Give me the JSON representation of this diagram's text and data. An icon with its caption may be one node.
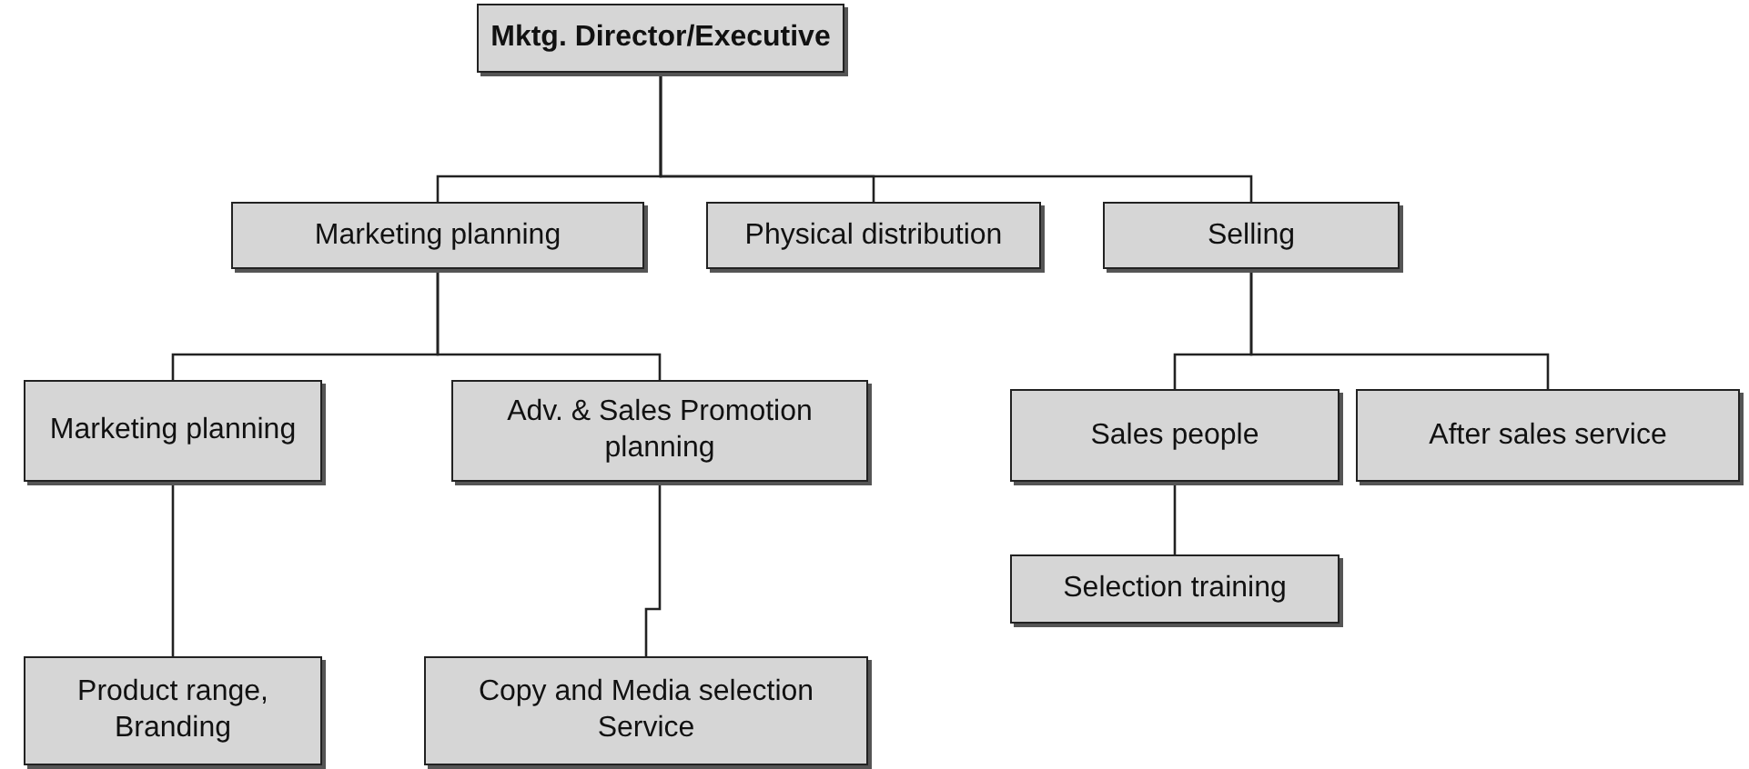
{
  "diagram": {
    "nodes": [
      {
        "text": [
          "Mktg. Director/Executive"
        ]
      },
      {
        "text": [
          "Marketing planning"
        ]
      },
      {
        "text": [
          "Physical distribution"
        ]
      },
      {
        "text": [
          "Selling"
        ]
      },
      {
        "text": [
          "Marketing planning"
        ]
      },
      {
        "text": [
          "Adv. & Sales Promotion planning"
        ]
      },
      {
        "text": [
          "Product range, Branding"
        ]
      },
      {
        "text": [
          "Copy and Media selection Service"
        ]
      },
      {
        "text": [
          "Sales people"
        ]
      },
      {
        "text": [
          "After sales service"
        ]
      },
      {
        "text": [
          "Selection training"
        ]
      }
    ],
    "edges": [
      {
        "from": 0,
        "to": 1,
        "arrow": "none"
      },
      {
        "from": 0,
        "to": 2,
        "arrow": "none"
      },
      {
        "from": 0,
        "to": 3,
        "arrow": "none"
      },
      {
        "from": 1,
        "to": 4,
        "arrow": "none"
      },
      {
        "from": 1,
        "to": 5,
        "arrow": "none"
      },
      {
        "from": 4,
        "to": 6,
        "arrow": "none"
      },
      {
        "from": 5,
        "to": 7,
        "arrow": "none"
      },
      {
        "from": 3,
        "to": 8,
        "arrow": "none"
      },
      {
        "from": 3,
        "to": 9,
        "arrow": "none"
      },
      {
        "from": 8,
        "to": 10,
        "arrow": "none"
      }
    ]
  }
}
